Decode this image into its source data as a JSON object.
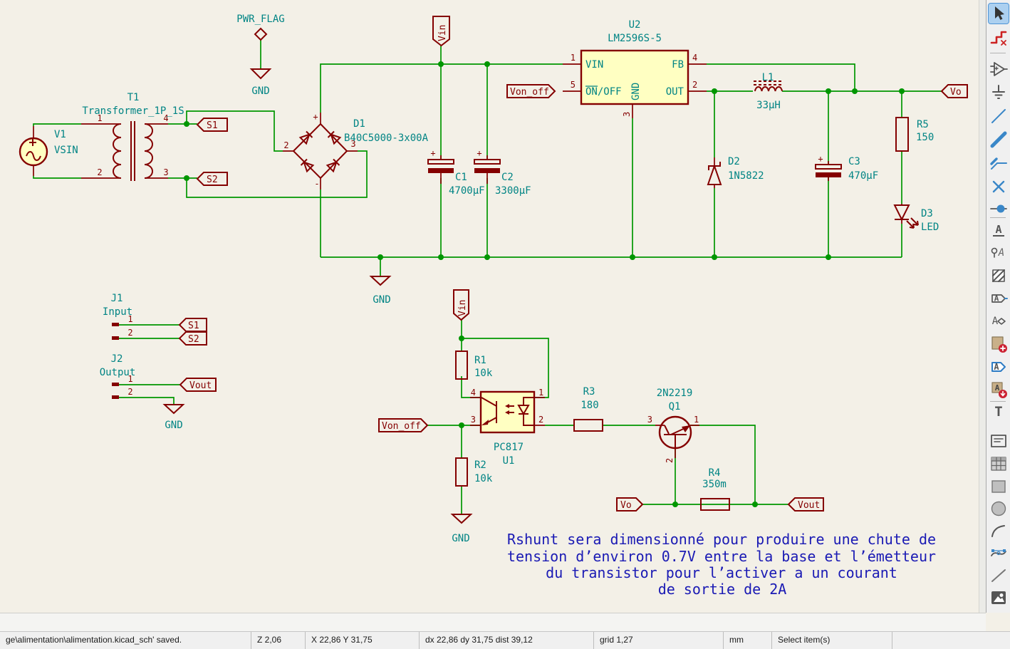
{
  "colors": {
    "canvas_bg": "#F3F0E7",
    "wire_green": "#009600",
    "symbol_red": "#840000",
    "symbol_fill": "#FFFFC2",
    "field_teal": "#008484",
    "note_blue": "#1A1AB4",
    "selected_tool_highlight": "#ACD0F0"
  },
  "sym": {
    "plus": "+",
    "minus": "-"
  },
  "sch": {
    "pwr_flag": "PWR_FLAG",
    "gnd": "GND",
    "vin": "Vin",
    "vo": "Vo",
    "von_off": "Von_off",
    "vout": "Vout",
    "s1": "S1",
    "s2": "S2",
    "v1": {
      "ref": "V1",
      "val": "VSIN"
    },
    "t1": {
      "ref": "T1",
      "val": "Transformer_1P_1S",
      "p1": "1",
      "p2": "2",
      "p3": "3",
      "p4": "4"
    },
    "d1": {
      "ref": "D1",
      "val": "B40C5000-3x00A",
      "p2": "2",
      "p3": "3"
    },
    "c1": {
      "ref": "C1",
      "val": "4700µF"
    },
    "c2": {
      "ref": "C2",
      "val": "3300µF"
    },
    "u2": {
      "ref": "U2",
      "val": "LM2596S-5",
      "p1": "1",
      "p2": "2",
      "p3": "3",
      "p4": "4",
      "p5": "5",
      "pin_vin": "VIN",
      "pin_onoff": "ON/OFF",
      "pin_gnd": "GND",
      "pin_fb": "FB",
      "pin_out": "OUT"
    },
    "l1": {
      "ref": "L1",
      "val": "33µH"
    },
    "d2": {
      "ref": "D2",
      "val": "1N5822"
    },
    "c3": {
      "ref": "C3",
      "val": "470µF"
    },
    "r5": {
      "ref": "R5",
      "val": "150"
    },
    "d3": {
      "ref": "D3",
      "val": "LED"
    },
    "j1": {
      "ref": "J1",
      "val": "Input",
      "p1": "1",
      "p2": "2"
    },
    "j2": {
      "ref": "J2",
      "val": "Output",
      "p1": "1",
      "p2": "2"
    },
    "r1": {
      "ref": "R1",
      "val": "10k"
    },
    "r2": {
      "ref": "R2",
      "val": "10k"
    },
    "u1": {
      "ref": "U1",
      "val": "PC817",
      "p1": "1",
      "p2": "2",
      "p3": "3",
      "p4": "4"
    },
    "r3": {
      "ref": "R3",
      "val": "180"
    },
    "q1": {
      "ref": "Q1",
      "val": "2N2219",
      "p1": "1",
      "p2": "2",
      "p3": "3"
    },
    "r4": {
      "ref": "R4",
      "val": "350m"
    },
    "note1": "Rshunt sera dimensionné pour produire une chute de",
    "note2": "tension d’environ 0.7V entre la base et l’émetteur",
    "note3": "du transistor pour l’activer a un courant",
    "note4": "de sortie de 2A"
  },
  "toolbar": {
    "selected": "select-tool",
    "items": [
      "select-tool",
      "highlight-net-tool",
      "add-symbol-tool",
      "add-power-tool",
      "add-wire-tool",
      "add-bus-tool",
      "wire-to-bus-entry-tool",
      "no-connect-tool",
      "add-junction-tool",
      "net-label-tool",
      "netclass-directive-tool",
      "rule-area-tool",
      "global-label-tool",
      "hierarchical-label-tool",
      "add-sheet-tool",
      "import-sheet-pin-tool",
      "add-sheet-pin-tool",
      "add-text-tool",
      "add-textbox-tool",
      "add-table-tool",
      "add-rectangle-tool",
      "add-circle-tool",
      "add-arc-tool",
      "add-bezier-tool",
      "add-line-tool",
      "add-image-tool"
    ]
  },
  "statusbar": {
    "message": "ge\\alimentation\\alimentation.kicad_sch' saved.",
    "zoom": "Z 2,06",
    "cursor": "X 22,86  Y 31,75",
    "delta": "dx 22,86  dy 31,75  dist 39,12",
    "grid": "grid 1,27",
    "units": "mm",
    "tool": "Select item(s)"
  }
}
